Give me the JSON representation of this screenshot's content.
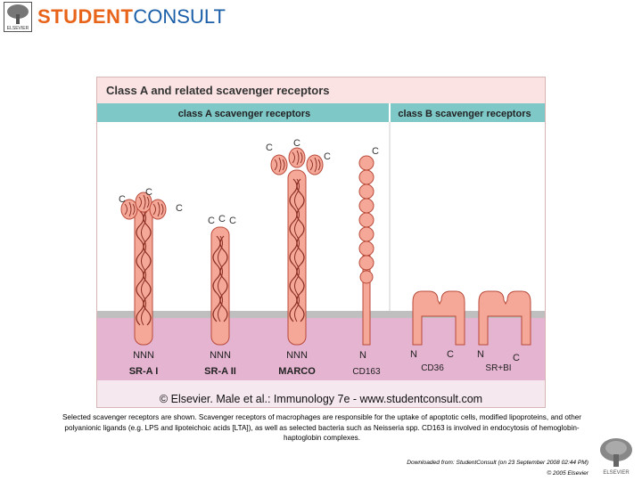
{
  "header": {
    "brand_part1": "STUDENT",
    "brand_part2": "CONSULT",
    "logo_text": "ELSEVIER"
  },
  "figure": {
    "title": "Class A and related scavenger receptors",
    "class_a_header": "class A scavenger receptors",
    "class_b_header": "class B scavenger receptors",
    "copyright": "© Elsevier. Male et al.: Immunology 7e - www.studentconsult.com",
    "receptors": [
      {
        "name": "SR-A I",
        "n_label": "NNN",
        "c_labels": [
          "C",
          "C",
          "C"
        ]
      },
      {
        "name": "SR-A II",
        "n_label": "NNN",
        "c_labels": [
          "C",
          "C",
          "C"
        ]
      },
      {
        "name": "MARCO",
        "n_label": "NNN",
        "c_labels": [
          "C",
          "C",
          "C"
        ]
      },
      {
        "name": "CD163",
        "n_label": "N",
        "c_labels": [
          "C"
        ]
      },
      {
        "name": "CD36",
        "n_label": "N",
        "c_labels": [
          "C"
        ]
      },
      {
        "name": "SR+BI",
        "n_label": "N",
        "c_labels": [
          "C"
        ]
      }
    ]
  },
  "caption": "Selected scavenger receptors are shown. Scavenger receptors of macrophages are responsible for the uptake of apoptotic cells, modified lipoproteins, and other polyanionic ligands (e.g. LPS and lipoteichoic acids [LTA]), as well as selected bacteria such as Neisseria spp. CD163 is involved in endocytosis of hemoglobin-haptoglobin complexes.",
  "footer": {
    "downloaded": "Downloaded from: StudentConsult (on 23 September 2008 02:44 PM)",
    "copyright": "© 2005 Elsevier"
  },
  "colors": {
    "receptor_fill": "#f6a898",
    "receptor_stroke": "#b84a3a",
    "membrane": "#e4b4d0",
    "header_band": "#7fc8c8",
    "title_band": "#fbe3e3",
    "brand_orange": "#e8641a",
    "brand_blue": "#1b5fa8"
  }
}
